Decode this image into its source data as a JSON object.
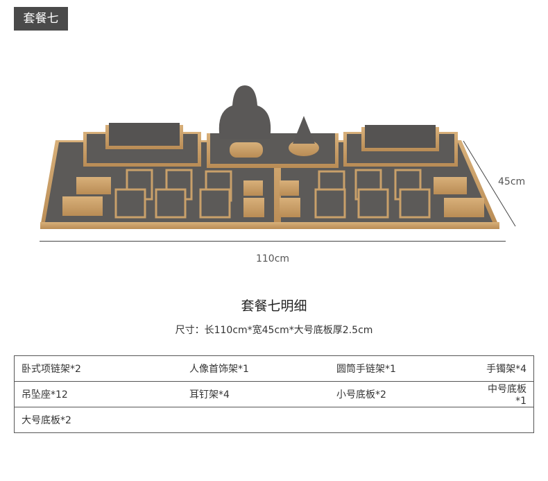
{
  "tag": "套餐七",
  "dimensions": {
    "width_label": "110cm",
    "depth_label": "45cm"
  },
  "title": "套餐七明细",
  "size_line": "尺寸：长110cm*宽45cm*大号底板厚2.5cm",
  "items": [
    [
      "卧式项链架*2",
      "人像首饰架*1",
      "圆筒手链架*1",
      "手镯架*4"
    ],
    [
      "吊坠座*12",
      "耳钉架*4",
      "小号底板*2",
      "中号底板*1"
    ],
    [
      "大号底板*2",
      "",
      "",
      ""
    ]
  ],
  "colors": {
    "tag_bg": "#4a4a4a",
    "wood": "#c9a06a",
    "felt": "#5c5a58",
    "border": "#555555"
  }
}
